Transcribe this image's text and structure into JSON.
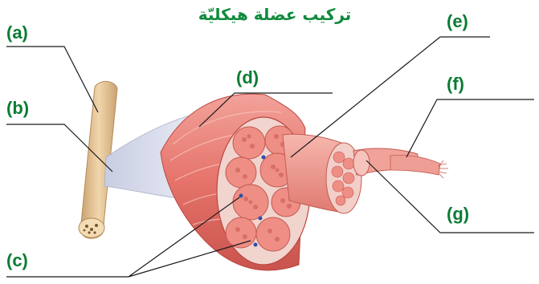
{
  "title": "تركيب عضلة هيكليّة",
  "labels": {
    "a": "(a)",
    "b": "(b)",
    "c": "(c)",
    "d": "(d)",
    "e": "(e)",
    "f": "(f)",
    "g": "(g)"
  },
  "colors": {
    "label": "#0b7c34",
    "title": "#0f8a3c",
    "muscle": "#e8776f",
    "bone": "#e9c79b",
    "tendon": "#dfe3f0",
    "leader_line": "#1a1a1a"
  }
}
